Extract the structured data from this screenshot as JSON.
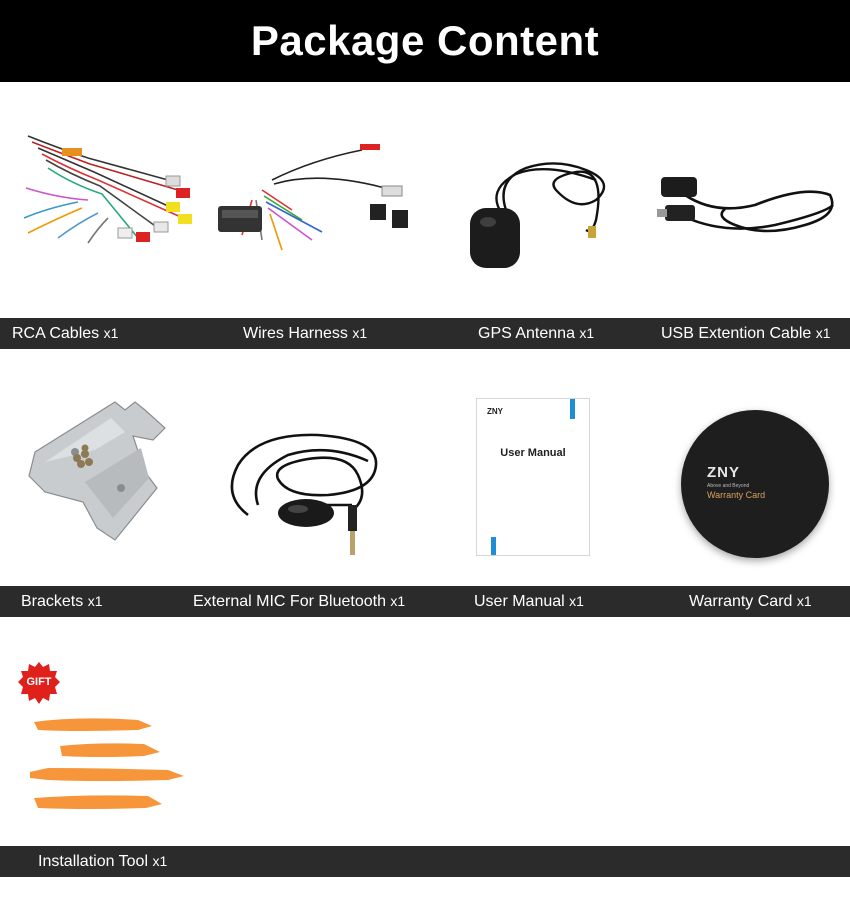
{
  "header": {
    "title": "Package Content"
  },
  "row1": {
    "labels": [
      {
        "name": "RCA Cables",
        "qty": "x1"
      },
      {
        "name": "Wires Harness",
        "qty": "x1"
      },
      {
        "name": "GPS Antenna",
        "qty": "x1"
      },
      {
        "name": "USB Extention Cable",
        "qty": "x1"
      }
    ]
  },
  "row2": {
    "labels": [
      {
        "name": "Brackets",
        "qty": "x1"
      },
      {
        "name": "External MIC For Bluetooth",
        "qty": "x1"
      },
      {
        "name": "User Manual",
        "qty": "x1"
      },
      {
        "name": "Warranty Card",
        "qty": "x1"
      }
    ],
    "manual": {
      "logo": "ZNY",
      "title": "User Manual"
    },
    "warranty": {
      "logo": "ZNY",
      "tagline": "Above and Beyond",
      "title": "Warranty Card"
    }
  },
  "row3": {
    "gift_badge": "GIFT",
    "labels": [
      {
        "name": "Installation Tool",
        "qty": "x1"
      }
    ]
  },
  "colors": {
    "header_bg": "#000000",
    "bar_bg": "#2b2b2b",
    "gift_red": "#e0201a",
    "tool_orange": "#f7953b"
  }
}
